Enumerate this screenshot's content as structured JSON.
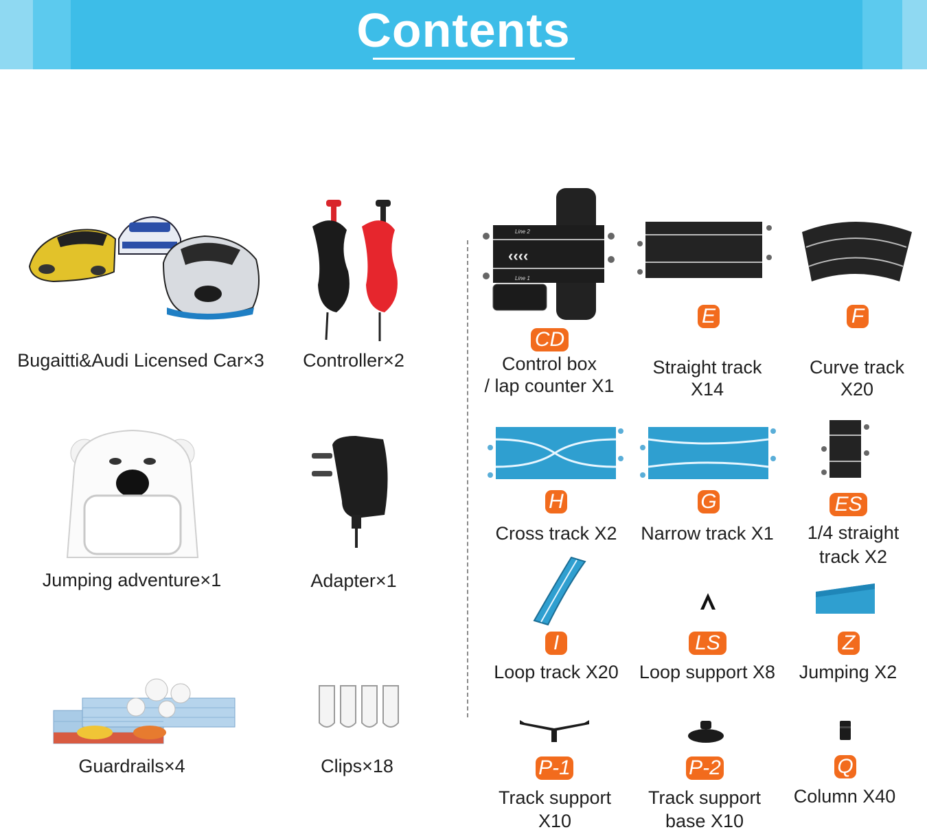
{
  "header": {
    "title": "Contents"
  },
  "left_items": [
    {
      "label": "Bugaitti&Audi Licensed Car×3"
    },
    {
      "label": "Controller×2"
    },
    {
      "label": "Jumping adventure×1"
    },
    {
      "label": "Adapter×1"
    },
    {
      "label": "Guardrails×4"
    },
    {
      "label": "Clips×18"
    }
  ],
  "track_items": [
    {
      "code": "CD",
      "line1": "Control box",
      "line2": "/ lap counter X1"
    },
    {
      "code": "E",
      "line1": "Straight track",
      "line2": "X14"
    },
    {
      "code": "F",
      "line1": "Curve track",
      "line2": "X20"
    },
    {
      "code": "H",
      "line1": "Cross track X2",
      "line2": ""
    },
    {
      "code": "G",
      "line1": "Narrow track X1",
      "line2": ""
    },
    {
      "code": "ES",
      "line1": "1/4 straight",
      "line2": "track X2"
    },
    {
      "code": "I",
      "line1": "Loop track X20",
      "line2": ""
    },
    {
      "code": "LS",
      "line1": "Loop support X8",
      "line2": ""
    },
    {
      "code": "Z",
      "line1": "Jumping X2",
      "line2": ""
    },
    {
      "code": "P-1",
      "line1": "Track support",
      "line2": "X10"
    },
    {
      "code": "P-2",
      "line1": "Track support",
      "line2": "base X10"
    },
    {
      "code": "Q",
      "line1": "Column X40",
      "line2": ""
    }
  ],
  "control_box_lanes": [
    "Line 2",
    "Line 1"
  ],
  "colors": {
    "banner": "#3dbde8",
    "code_badge": "#f26b1d",
    "track_blue": "#2f9fd0",
    "track_black": "#222222"
  }
}
